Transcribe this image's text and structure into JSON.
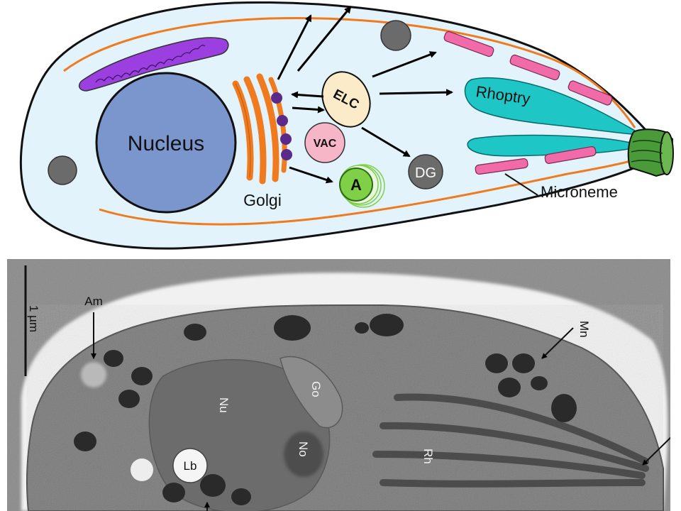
{
  "diagram": {
    "labels": {
      "nucleus": "Nucleus",
      "golgi": "Golgi",
      "elc": "ELC",
      "vac": "VAC",
      "apicoplast": "A",
      "dense_granule": "DG",
      "rhoptry": "Rhoptry",
      "microneme": "Microneme"
    },
    "colors": {
      "cytoplasm": "#e3f3fb",
      "membrane": "#f07a1e",
      "nucleus": "#7b96cc",
      "er_purple": "#9b3fe0",
      "golgi": "#f07a1e",
      "vesicle": "#5a2a8a",
      "elc_fill": "#fcebc8",
      "vac_fill": "#f7b6c8",
      "apicoplast": "#7fd046",
      "dense_granule": "#6b6b6b",
      "rhoptry": "#1fc6c6",
      "microneme": "#f06ba8",
      "conoid": "#2f7a2f"
    }
  },
  "micrograph": {
    "scale_bar": "1 µm",
    "labels": {
      "am": "Am",
      "mn": "Mn",
      "nu": "Nu",
      "go": "Go",
      "no": "No",
      "lb": "Lb",
      "rh": "Rh"
    }
  }
}
